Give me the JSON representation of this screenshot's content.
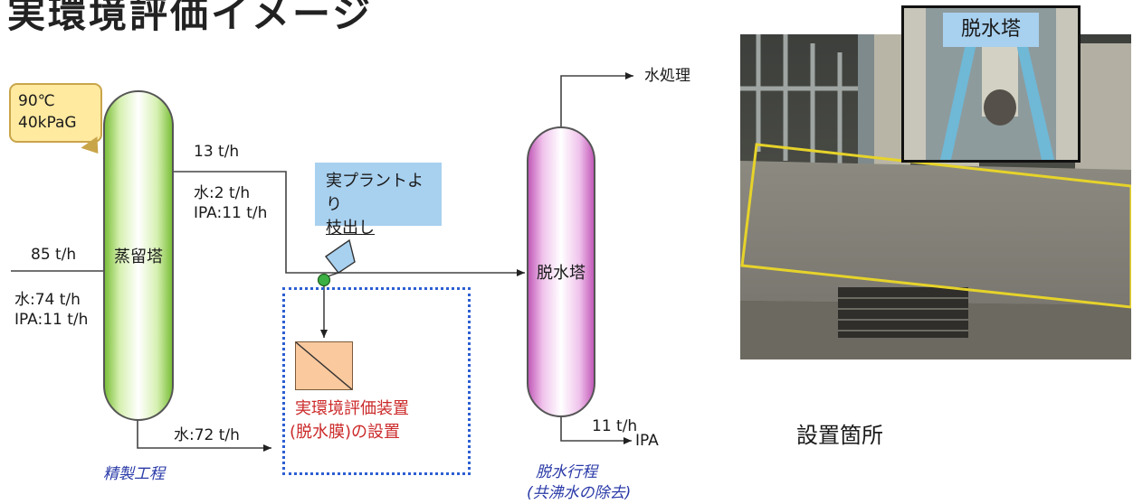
{
  "title": "実環境評価イメージ",
  "callout": {
    "line1": "90℃",
    "line2": "40kPaG"
  },
  "distillation_column": {
    "label": "蒸留塔"
  },
  "feed": {
    "flow": "85 t/h",
    "water": "水:74 t/h",
    "ipa": "IPA:11 t/h"
  },
  "overhead": {
    "flow": "13 t/h",
    "water": "水:2 t/h",
    "ipa": "IPA:11 t/h"
  },
  "bottoms": {
    "water": "水:72 t/h"
  },
  "branch_note": {
    "line1": "実プラントより",
    "line2": "枝出し"
  },
  "evaluation_unit": {
    "line1": "実環境評価装置",
    "line2": "(脱水膜)の設置"
  },
  "dehydration_column": {
    "label": "脱水塔"
  },
  "water_treatment": "水処理",
  "product": {
    "flow": "11 t/h",
    "name": "IPA"
  },
  "section_labels": {
    "refining": "精製工程",
    "dehydration_line1": "脱水行程",
    "dehydration_line2": "(共沸水の除去)"
  },
  "photo": {
    "label": "脱水塔",
    "caption": "設置箇所"
  },
  "colors": {
    "distillation_column": "#7bbf3a",
    "dehydration_column": "#c25ab8",
    "callout_fill": "#ffeaa0",
    "note_fill": "#a8d0ef",
    "dashed_border": "#2c5ed2",
    "module_fill": "#fac99e",
    "red_text": "#cc2a2a",
    "italic_text": "#2a3aa8",
    "valve_dot": "#3cb043",
    "photo_frame": "#e6d32a"
  }
}
